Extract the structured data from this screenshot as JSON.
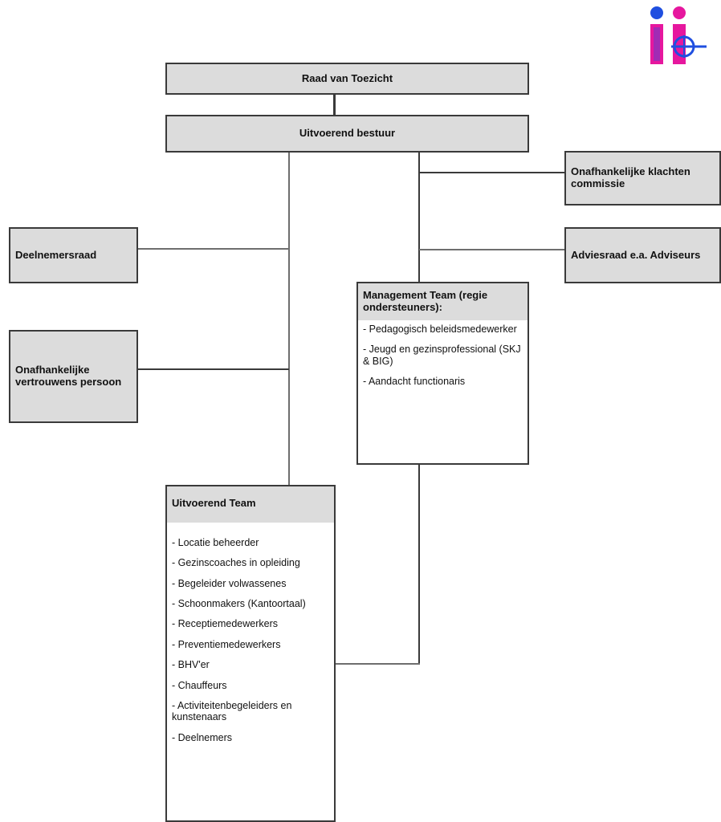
{
  "chart_data": {
    "type": "org-chart",
    "nodes": {
      "raad_van_toezicht": "Raad van Toezicht",
      "uitvoerend_bestuur": "Uitvoerend bestuur",
      "klachten_commissie": "Onafhankelijke klachten commissie",
      "adviesraad": "Adviesraad e.a. Adviseurs",
      "deelnemersraad": "Deelnemersraad",
      "vertrouwenspersoon": "Onafhankelijke vertrouwens persoon",
      "management_team": {
        "title": "Management Team (regie ondersteuners):",
        "items": [
          "- Pedagogisch beleidsmedewerker",
          "- Jeugd en gezinsprofessional (SKJ & BIG)",
          "- Aandacht functionaris"
        ]
      },
      "uitvoerend_team": {
        "title": "Uitvoerend Team",
        "items": [
          "- Locatie beheerder",
          "- Gezinscoaches in opleiding",
          "- Begeleider volwassenes",
          "- Schoonmakers (Kantoortaal)",
          "- Receptiemedewerkers",
          "- Preventiemedewerkers",
          "- BHV'er",
          "- Chauffeurs",
          "- Activiteitenbegeleiders en kunstenaars",
          "- Deelnemers"
        ]
      }
    },
    "edges": [
      [
        "raad_van_toezicht",
        "uitvoerend_bestuur"
      ],
      [
        "uitvoerend_bestuur",
        "deelnemersraad"
      ],
      [
        "uitvoerend_bestuur",
        "vertrouwenspersoon"
      ],
      [
        "uitvoerend_bestuur",
        "uitvoerend_team"
      ],
      [
        "uitvoerend_bestuur",
        "klachten_commissie"
      ],
      [
        "uitvoerend_bestuur",
        "adviesraad"
      ],
      [
        "uitvoerend_bestuur",
        "management_team"
      ],
      [
        "management_team",
        "uitvoerend_team"
      ]
    ]
  },
  "colors": {
    "box_fill": "#dcdcdc",
    "border": "#3a3a3a",
    "logo_blue": "#1f4fe0",
    "logo_magenta": "#e6179e"
  }
}
